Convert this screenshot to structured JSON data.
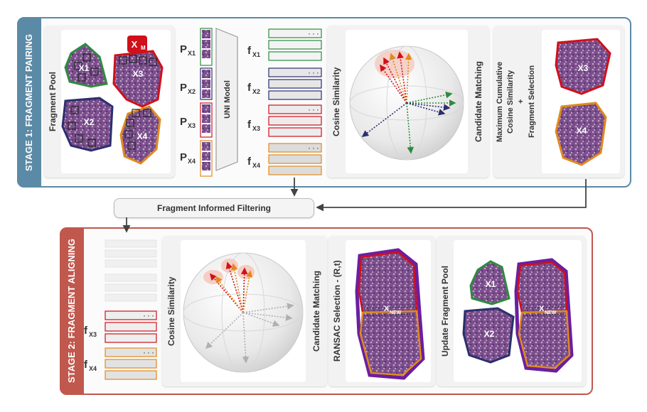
{
  "stage1": {
    "label": "STAGE 1: FRAGMENT PAIRING",
    "fragment_pool": "Fragment Pool",
    "fragments": [
      "X1",
      "X3",
      "X2",
      "X4"
    ],
    "xm_main": "X",
    "xm_sub": "M",
    "patch_labels": [
      {
        "main": "P",
        "sub": "X1"
      },
      {
        "main": "P",
        "sub": "X2"
      },
      {
        "main": "P",
        "sub": "X3"
      },
      {
        "main": "P",
        "sub": "X4"
      }
    ],
    "model": "UNI Model",
    "feature_labels": [
      {
        "main": "f",
        "sub": "X1"
      },
      {
        "main": "f",
        "sub": "X2"
      },
      {
        "main": "f",
        "sub": "X3"
      },
      {
        "main": "f",
        "sub": "X4"
      }
    ],
    "cosine": "Cosine Similarity",
    "candidate": "Candidate Matching",
    "selection_lines": [
      "Maximum Cumulative",
      "Cosine Similarity",
      "+",
      "Fragment Selection"
    ],
    "selected": [
      "X3",
      "X4"
    ]
  },
  "filtering": "Fragment Informed Filtering",
  "stage2": {
    "label": "STAGE 2: FRAGMENT ALIGNING",
    "feature_labels": [
      {
        "main": "f",
        "sub": "X3"
      },
      {
        "main": "f",
        "sub": "X4"
      }
    ],
    "cosine": "Cosine Similarity",
    "candidate": "Candidate Matching",
    "ransac": "RANSAC Selection - (R,t)",
    "xnew_main": "X",
    "xnew_sub": "NEW",
    "update": "Update Fragment Pool",
    "pool_fragments": [
      "X1",
      "X2"
    ]
  },
  "colors": {
    "stage1_frame": "#5b8aa6",
    "stage2_frame": "#c0584e",
    "x1": "#2e8b3e",
    "x2": "#2a2f6e",
    "x3": "#d0101a",
    "x4": "#e08a1e",
    "tissue": "#7a4f8c",
    "new_outline": "#6a1fa0"
  },
  "ellipsis": "···"
}
